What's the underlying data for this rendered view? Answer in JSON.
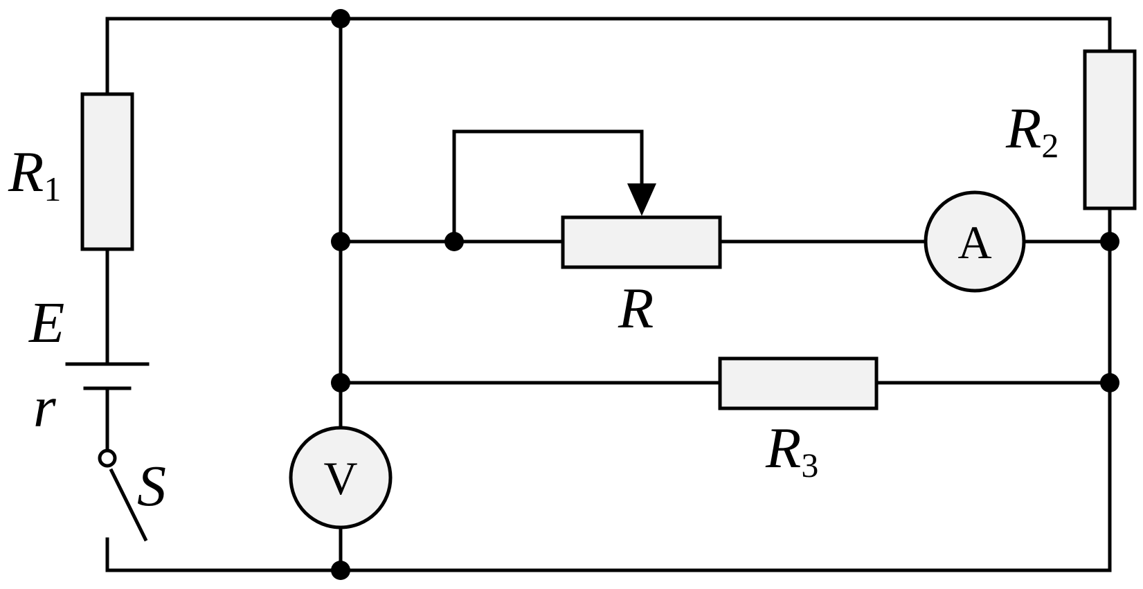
{
  "colors": {
    "line": "#000000",
    "element_fill": "#f2f2f2",
    "background": "#ffffff"
  },
  "components": {
    "r1": {
      "symbol": "R",
      "subscript": "1"
    },
    "r2": {
      "symbol": "R",
      "subscript": "2"
    },
    "r3": {
      "symbol": "R",
      "subscript": "3"
    },
    "rheostat": {
      "symbol": "R"
    },
    "source": {
      "emf": "E",
      "internal_resistance": "r"
    },
    "switch": {
      "label": "S",
      "state": "open"
    },
    "ammeter": {
      "letter": "A"
    },
    "voltmeter": {
      "letter": "V"
    }
  }
}
